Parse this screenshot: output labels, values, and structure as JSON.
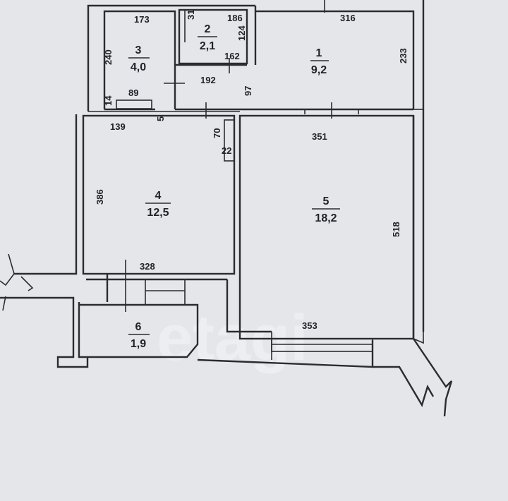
{
  "watermark": "etagi",
  "rooms": [
    {
      "id": "1",
      "number": "1",
      "area": "9,2"
    },
    {
      "id": "2",
      "number": "2",
      "area": "2,1"
    },
    {
      "id": "3",
      "number": "3",
      "area": "4,0"
    },
    {
      "id": "4",
      "number": "4",
      "area": "12,5"
    },
    {
      "id": "5",
      "number": "5",
      "area": "18,2"
    },
    {
      "id": "6",
      "number": "6",
      "area": "1,9"
    }
  ],
  "dimensions": {
    "d173": "173",
    "d31": "31",
    "d186": "186",
    "d124": "124",
    "d316": "316",
    "d240": "240",
    "d162": "162",
    "d233": "233",
    "d192": "192",
    "d97": "97",
    "d14": "14",
    "d89": "89",
    "d139": "139",
    "d5": "5",
    "d70": "70",
    "d22": "22",
    "d351": "351",
    "d386": "386",
    "d518": "518",
    "d328": "328",
    "d353": "353"
  }
}
